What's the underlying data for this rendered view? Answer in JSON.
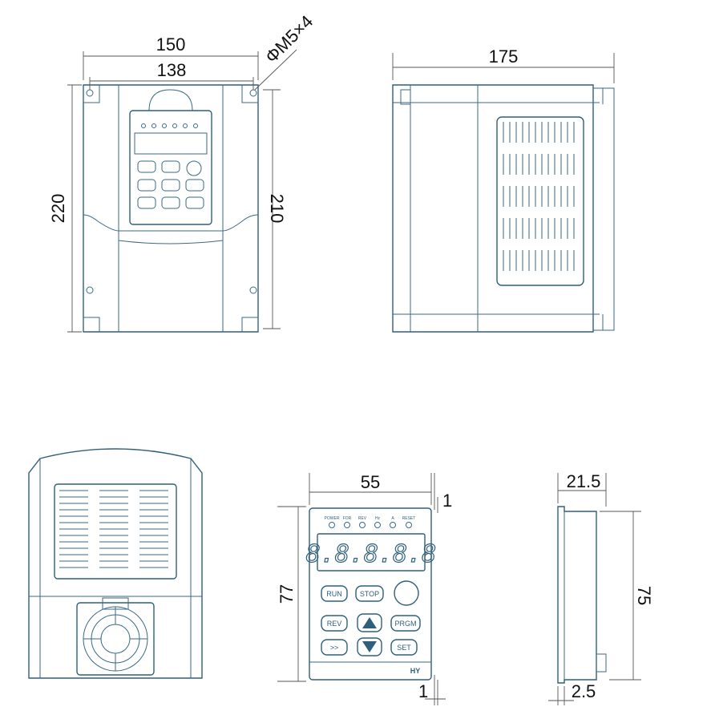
{
  "dimensions": {
    "front_outer_width": "150",
    "front_hole_spacing_width": "138",
    "mount_holes": "ΦM5×4",
    "front_outer_height": "220",
    "front_hole_spacing_height": "210",
    "side_depth": "175",
    "keypad_width": "55",
    "keypad_offset_top": "1",
    "keypad_height": "77",
    "keypad_offset_bottom": "1",
    "keypad_side_depth": "21.5",
    "keypad_side_height": "75",
    "keypad_side_base": "2.5"
  },
  "keypad": {
    "indicators": [
      "POWER",
      "FOR",
      "REV",
      "Hz",
      "A",
      "RESET"
    ],
    "display": "8.8.8.8.8",
    "buttons": {
      "run": "RUN",
      "stop": "STOP",
      "rev": "REV",
      "prgm": "PRGM",
      "set": "SET",
      "shift": ">>"
    },
    "brand": "HY"
  }
}
